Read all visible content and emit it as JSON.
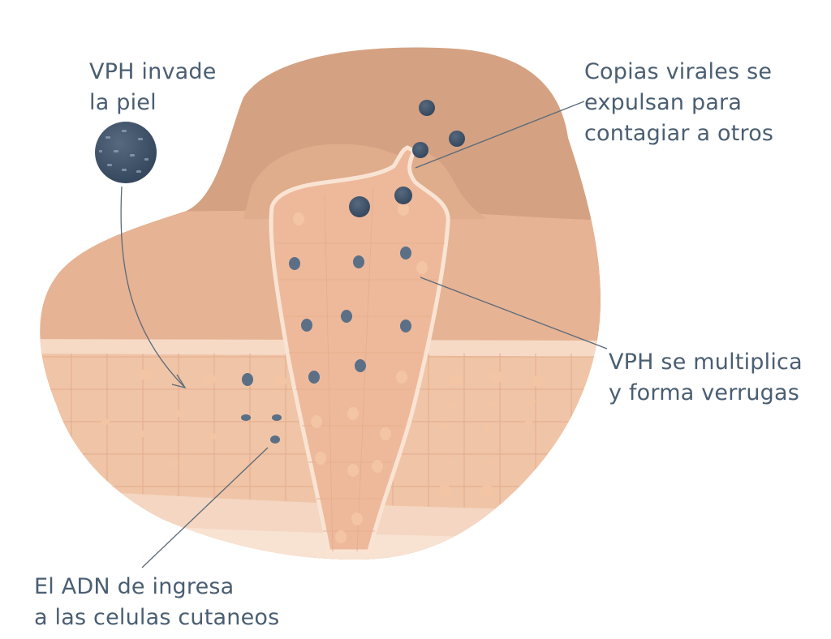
{
  "labels": {
    "virus_invades": [
      "VPH invade",
      "la piel"
    ],
    "viral_copies": [
      "Copias virales se",
      "expulsan para",
      "contagiar a otros"
    ],
    "multiplies": [
      "VPH se multiplica",
      "y forma verrugas"
    ],
    "dna_enters": [
      "El ADN de ingresa",
      "a las celulas cutaneos"
    ]
  },
  "colors": {
    "text": "#4a5e72",
    "virus": "#3d5068",
    "skin_dark": "#d6a585",
    "skin_mid": "#e8b898",
    "skin_light": "#f3d1b8",
    "leader_line": "#5a6a7a"
  }
}
